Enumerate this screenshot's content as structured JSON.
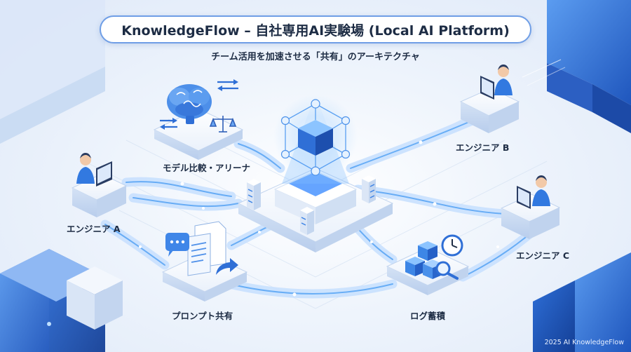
{
  "header": {
    "title": "KnowledgeFlow – 自社専用AI実験場 (Local AI Platform)",
    "subtitle": "チーム活用を加速させる「共有」のアーキテクチャ"
  },
  "nodes": {
    "model_arena": "モデル比較・アリーナ",
    "engineer_a": "エンジニア A",
    "engineer_b": "エンジニア B",
    "engineer_c": "エンジニア C",
    "prompt_share": "プロンプト共有",
    "log_archive": "ログ蓄積"
  },
  "footer": {
    "credit": "2025 AI KnowledgeFlow"
  },
  "colors": {
    "accent": "#2f6fd6",
    "brand_dark": "#1d2c44",
    "light_blue": "#9cc2f2",
    "background": "#eaf1fb"
  },
  "icons": [
    "brain-icon",
    "scale-icon",
    "arrows-icon",
    "hub-cube-icon",
    "server-icon",
    "chat-bubble-icon",
    "document-icon",
    "share-arrow-icon",
    "stacked-boxes-icon",
    "clock-icon",
    "magnifier-icon",
    "person-icon",
    "monitor-icon"
  ]
}
